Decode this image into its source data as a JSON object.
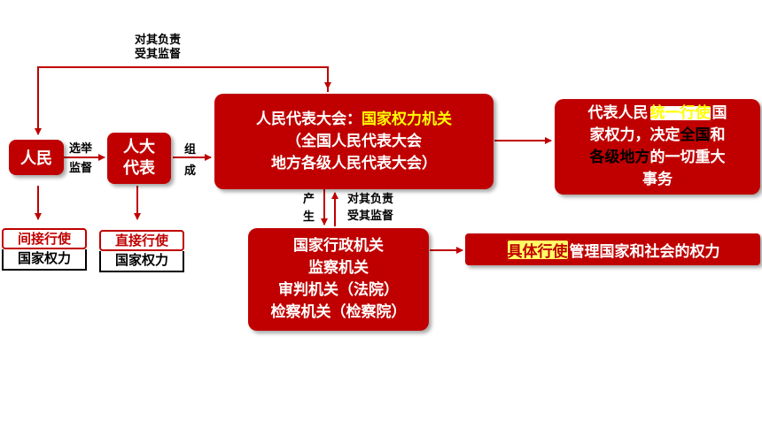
{
  "colors": {
    "red": "#c00000",
    "yellow": "#ffff00",
    "white": "#ffffff",
    "black": "#000000"
  },
  "top_arrow_label": {
    "line1": "对其负责",
    "line2": "受其监督"
  },
  "people": {
    "label": "人民"
  },
  "left_arrow_label": {
    "top": "选举",
    "bottom": "监督"
  },
  "npc_deputies": {
    "line1": "人大",
    "line2": "代表"
  },
  "compose_label": {
    "line1": "组",
    "line2": "成"
  },
  "congress": {
    "prefix": "人民代表大会：",
    "highlight": "国家权力机关",
    "line2": "（全国人民代表大会",
    "line3": "地方各级人民代表大会）"
  },
  "people_power": {
    "t1": "代表人民",
    "t2": "统一行使",
    "t3": "国",
    "t4": "家权力，决定",
    "t5": "全国",
    "t6": "和",
    "t7": "各级地方",
    "t8": "的一切重大",
    "t9": "事务"
  },
  "indirect": {
    "top": "间接行使",
    "bottom": "国家权力"
  },
  "direct": {
    "top": "直接行使",
    "bottom": "国家权力"
  },
  "produce_label": {
    "line1": "产",
    "line2": "生"
  },
  "mid_arrow_label": {
    "line1": "对其负责",
    "line2": "受其监督"
  },
  "state_organs": {
    "line1": "国家行政机关",
    "line2": "监察机关",
    "line3": "审判机关（法院）",
    "line4": "检察机关（检察院）"
  },
  "specific": {
    "highlight": "具体行使",
    "rest": "管理国家和社会的权力"
  }
}
